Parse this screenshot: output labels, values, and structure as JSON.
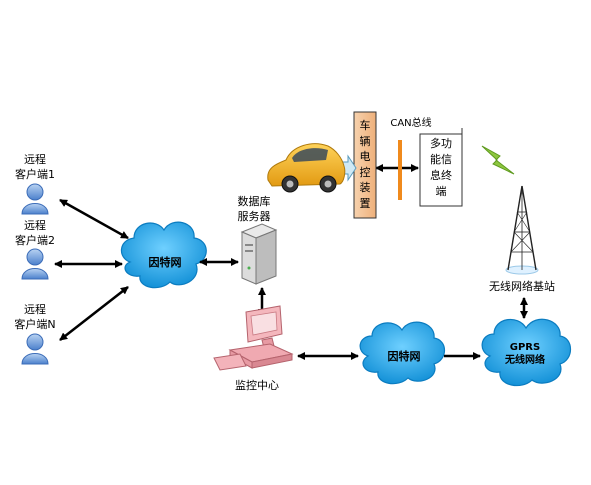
{
  "clients": [
    {
      "line1": "远程",
      "line2": "客户端1"
    },
    {
      "line1": "远程",
      "line2": "客户端2"
    },
    {
      "line1": "远程",
      "line2": "客户端N"
    }
  ],
  "internet_left": "因特网",
  "internet_right": "因特网",
  "database_server": {
    "line1": "数据库",
    "line2": "服务器"
  },
  "monitor_center": "监控中心",
  "vehicle_ecu_chars": [
    "车",
    "辆",
    "电",
    "控",
    "装",
    "置"
  ],
  "can_bus": "CAN总线",
  "terminal": {
    "line1": "多功",
    "line2": "能信",
    "line3": "息终",
    "line4": "端"
  },
  "base_station": "无线网络基站",
  "gprs_cloud": {
    "line1": "GPRS",
    "line2": "无线网络"
  },
  "colors": {
    "cloud": "#1aa5e8",
    "cloud_edge": "#0b7cc0",
    "ecu_fill": "#f3c49a",
    "can_bar": "#f08a1c",
    "user_icon": "#5a8ed6",
    "car_body": "#f2b21f",
    "arrow": "#000000",
    "lightning": "#8dc63f"
  }
}
